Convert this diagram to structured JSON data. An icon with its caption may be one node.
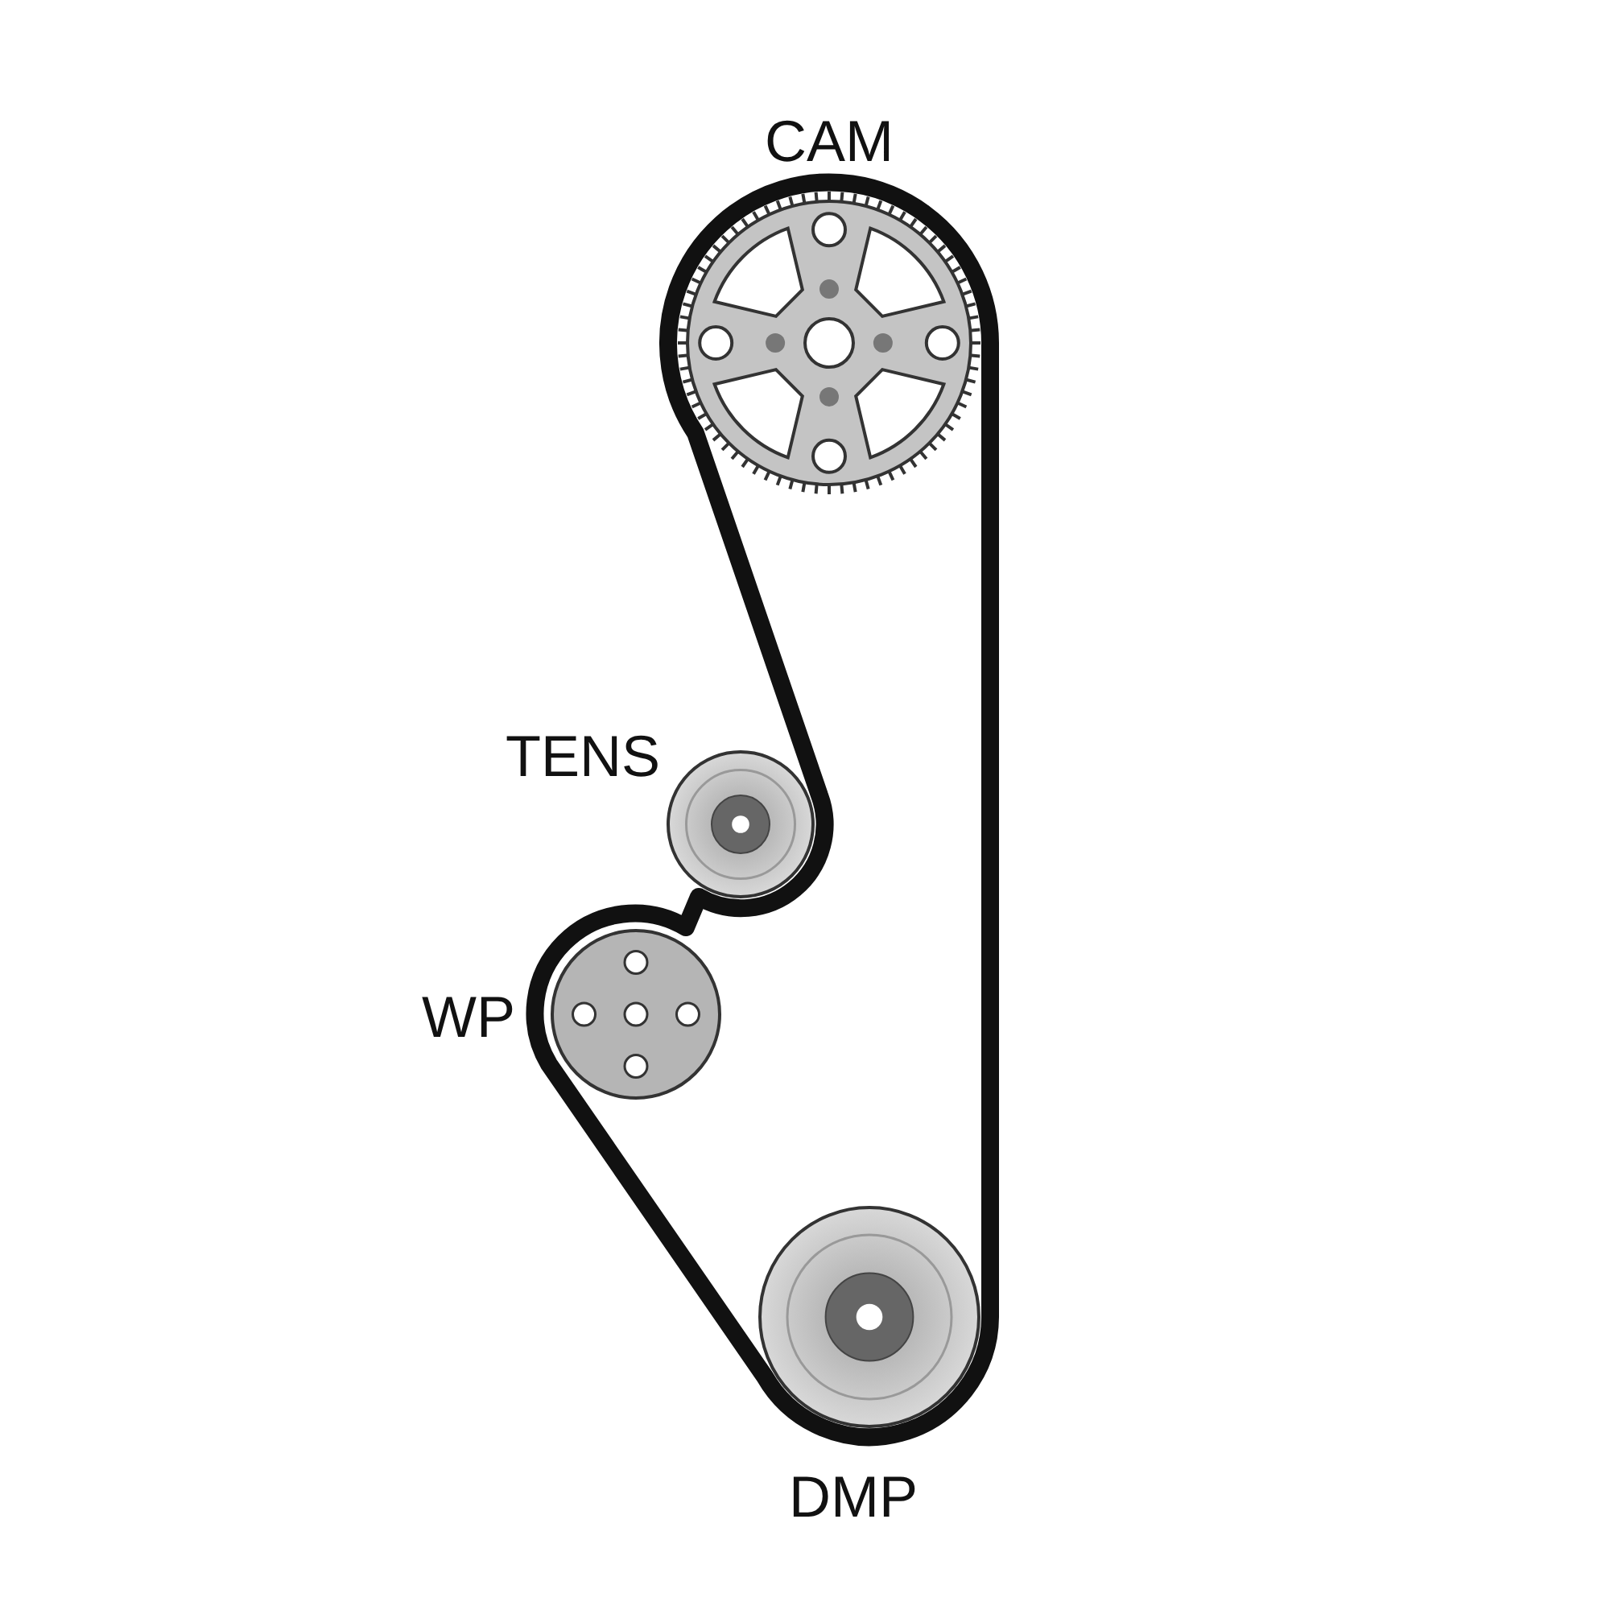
{
  "diagram": {
    "nodes": [
      {
        "text": [
          "CAM"
        ]
      },
      {
        "text": [
          "TENS"
        ]
      },
      {
        "text": [
          "WP"
        ]
      },
      {
        "text": [
          "DMP"
        ]
      }
    ]
  }
}
